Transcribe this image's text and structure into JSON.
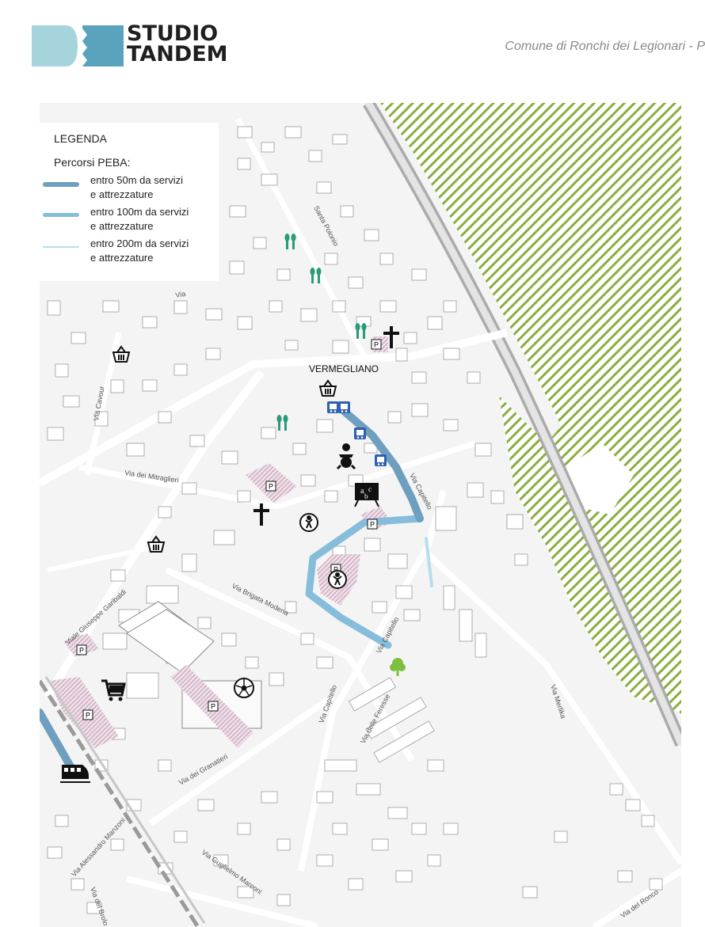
{
  "header": {
    "logo_line1": "STUDIO",
    "logo_line2": "TANDEM",
    "title": "Comune di Ronchi dei Legionari - P"
  },
  "legend": {
    "heading": "LEGENDA",
    "subheading": "Percorsi PEBA:",
    "items": [
      {
        "label_line1": "entro 50m da servizi",
        "label_line2": "e attrezzature",
        "color": "#6e9fbf"
      },
      {
        "label_line1": "entro 100m da servizi",
        "label_line2": "e attrezzature",
        "color": "#86bddb"
      },
      {
        "label_line1": "entro 200m da servizi",
        "label_line2": "e attrezzature",
        "color": "#b7dcec"
      }
    ]
  },
  "map": {
    "place_label": "VERMEGLIANO",
    "parking_symbol": "P",
    "bus_symbol": "",
    "streets": {
      "santa_polonio": "Santa Polonio",
      "via_cavour": "Via Cavour",
      "via_dei_mitraglieri": "Via dei Mitraglieri",
      "via_brigata_modena": "Via Brigata Modena",
      "viale_giuseppe_garibaldi": "Viale Giuseppe Garibaldi",
      "via_capitello": "Via Capitello",
      "via_capitello_2": "Via Capitello",
      "via_capitello_3": "Via Capitello",
      "via_delle_feresse": "Via delle Feresse",
      "via_dei_granatieri": "Via dei Granatieri",
      "via_alessandro_manzoni": "Via Alessandro Manzoni",
      "via_guglielmo_marconi": "Via Guglielmo Marconi",
      "via_del_brolo": "Via del Brolo",
      "via_del_ronco": "Via del Ronco",
      "via_merlika": "Via Merlika",
      "via_lat": "Via"
    },
    "colors": {
      "route_50m": "#6e9fbf",
      "route_100m": "#86bddb",
      "route_200m": "#b7dcec",
      "green_hatch": "#8aae3f",
      "parking_fill": "#e8d5e0",
      "service_green": "#2a9a7a",
      "bus_blue": "#2f5fae"
    },
    "icons": [
      "restaurant-icon",
      "church-cross-icon",
      "shopping-basket-icon",
      "bus-stop-icon",
      "nursery-icon",
      "school-icon",
      "playground-icon",
      "shopping-cart-icon",
      "football-icon",
      "tree-icon",
      "train-icon",
      "parking-icon"
    ]
  }
}
